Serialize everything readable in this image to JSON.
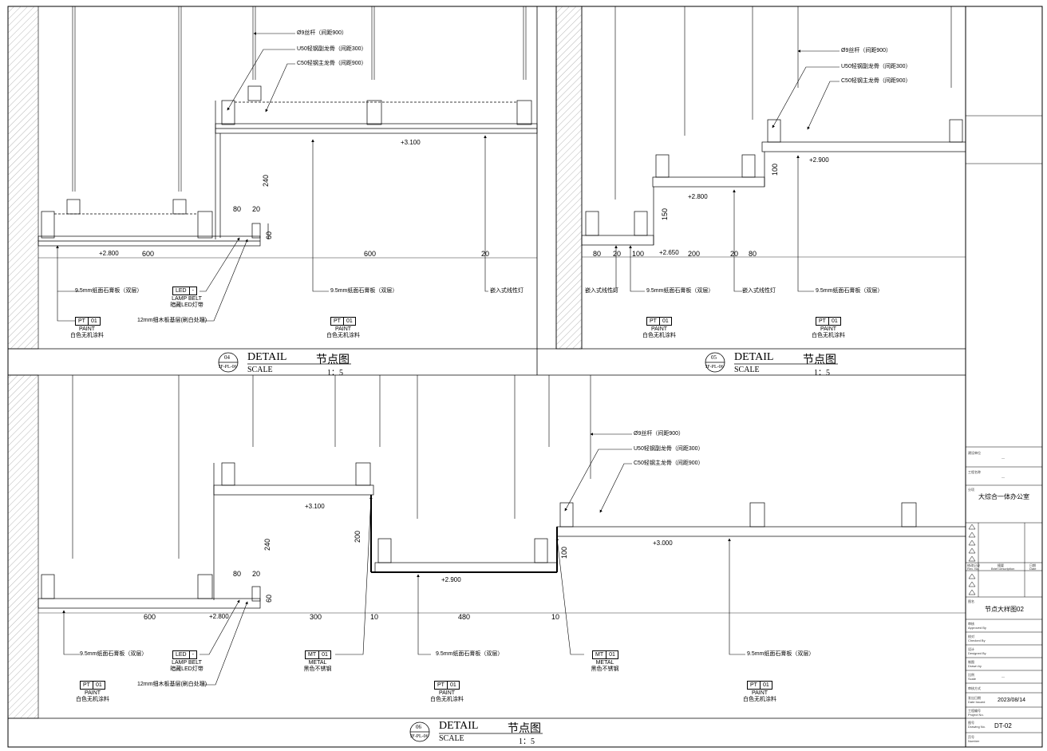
{
  "detail04": {
    "number": "04",
    "ref": "JF-PL-06",
    "title": "DETAIL",
    "title_cn": "节点图",
    "scale_label": "SCALE",
    "scale": "1：5",
    "callouts": [
      "Ø9丝杆（间距900）",
      "U50轻钢副龙骨（间距300）",
      "C50轻钢主龙骨（间距900）"
    ],
    "levels": [
      "+3.100",
      "+2.800"
    ],
    "dims": [
      "80",
      "20",
      "60",
      "240",
      "600",
      "600",
      "20"
    ],
    "notes": [
      "9.5mm纸面石膏板（双层）",
      "9.5mm纸面石膏板（双层）",
      "嵌入式线性灯",
      "12mm细木板基层(刷白处理)"
    ],
    "tags": [
      {
        "code": "LED",
        "num": "-",
        "line1": "LAMP BELT",
        "line2": "暗藏LED灯带"
      },
      {
        "code": "PT",
        "num": "01",
        "line1": "PAINT",
        "line2": "白色无机涂料"
      },
      {
        "code": "PT",
        "num": "01",
        "line1": "PAINT",
        "line2": "白色无机涂料"
      }
    ]
  },
  "detail05": {
    "number": "05",
    "ref": "JF-PL-06",
    "title": "DETAIL",
    "title_cn": "节点图",
    "scale_label": "SCALE",
    "scale": "1：5",
    "callouts": [
      "Ø9丝杆（间距900）",
      "U50轻钢副龙骨（间距300）",
      "C50轻钢主龙骨（间距900）"
    ],
    "levels": [
      "+2.900",
      "+2.800",
      "+2.650"
    ],
    "dims": [
      "100",
      "150",
      "80",
      "20",
      "100",
      "200",
      "20",
      "80"
    ],
    "notes": [
      "嵌入式线性灯",
      "9.5mm纸面石膏板（双层）",
      "嵌入式线性灯",
      "9.5mm纸面石膏板（双层）"
    ],
    "tags": [
      {
        "code": "PT",
        "num": "01",
        "line1": "PAINT",
        "line2": "白色无机涂料"
      },
      {
        "code": "PT",
        "num": "01",
        "line1": "PAINT",
        "line2": "白色无机涂料"
      }
    ]
  },
  "detail06": {
    "number": "06",
    "ref": "JF-PL-06",
    "title": "DETAIL",
    "title_cn": "节点图",
    "scale_label": "SCALE",
    "scale": "1：5",
    "callouts": [
      "Ø9丝杆（间距900）",
      "U50轻钢副龙骨（间距300）",
      "C50轻钢主龙骨（间距900）"
    ],
    "levels": [
      "+3.100",
      "+2.800",
      "+2.900",
      "+3.000"
    ],
    "dims": [
      "80",
      "20",
      "60",
      "240",
      "200",
      "100",
      "600",
      "300",
      "10",
      "480",
      "10"
    ],
    "notes": [
      "9.5mm纸面石膏板（双层）",
      "12mm细木板基层(刷白处理)",
      "9.5mm纸面石膏板（双层）",
      "9.5mm纸面石膏板（双层）"
    ],
    "tags": [
      {
        "code": "LED",
        "num": "-",
        "line1": "LAMP BELT",
        "line2": "暗藏LED灯带"
      },
      {
        "code": "PT",
        "num": "01",
        "line1": "PAINT",
        "line2": "白色无机涂料"
      },
      {
        "code": "MT",
        "num": "01",
        "line1": "METAL",
        "line2": "黑色不锈钢"
      },
      {
        "code": "PT",
        "num": "01",
        "line1": "PAINT",
        "line2": "白色无机涂料"
      },
      {
        "code": "MT",
        "num": "01",
        "line1": "METAL",
        "line2": "黑色不锈钢"
      },
      {
        "code": "PT",
        "num": "01",
        "line1": "PAINT",
        "line2": "白色无机涂料"
      }
    ]
  },
  "title_block": {
    "client_label": "建设单位",
    "client_value": "—",
    "project_label": "工程名称",
    "project_value": "—",
    "subproject_label": "分项",
    "subproject_value": "大综合一体办公室",
    "rev_label": "修改记录",
    "rev_sub": "Rev.  No.",
    "desc_label": "摘要",
    "desc_sub": "Brief Description",
    "date_label": "日期",
    "date_sub": "Date",
    "drawing_title_label": "图名",
    "drawing_title_value": "节点大样图02",
    "approved_label": "审核",
    "approved_sub": "Approved By",
    "checked_label": "校对",
    "checked_sub": "Checked By",
    "designed_label": "设计",
    "designed_sub": "Designed By",
    "drawn_label": "制图",
    "drawn_sub": "Drawn by",
    "scale_label": "比例",
    "scale_sub": "Scale",
    "scale_value": "—",
    "sign_label": "审核方式",
    "date_issue_label": "发出日期",
    "date_issue_sub": "Date Issued",
    "date_issue_value": "2023/08/14",
    "project_no_label": "工程编号",
    "project_no_sub": "Project No.",
    "drawing_no_label": "图号",
    "drawing_no_sub": "Drawing No.",
    "drawing_no_value": "DT-02",
    "page_label": "页号",
    "page_sub": "Number"
  }
}
